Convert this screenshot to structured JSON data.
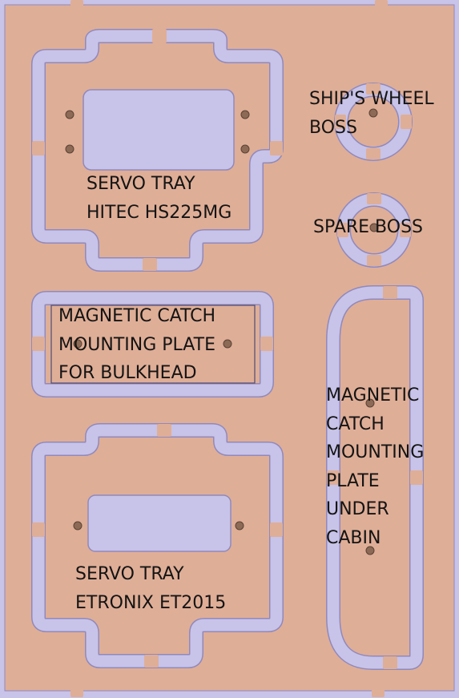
{
  "colors": {
    "sheet": "#dfae97",
    "cutout": "#c8c3e8",
    "cut_edge": "#8f89bd",
    "hole": "#8c6a55",
    "text": "#141414"
  },
  "parts": {
    "servo_tray_1": {
      "line1": "SERVO TRAY",
      "line2": "HITEC HS225MG"
    },
    "ships_wheel_boss": {
      "line1": "SHIP'S WHEEL",
      "line2": "BOSS"
    },
    "spare_boss": {
      "line1": "SPARE BOSS"
    },
    "catch_plate_bulkhead": {
      "line1": "MAGNETIC CATCH",
      "line2": "MOUNTING PLATE",
      "line3": "FOR BULKHEAD"
    },
    "catch_plate_cabin": {
      "line1": "MAGNETIC",
      "line2": "CATCH",
      "line3": "MOUNTING",
      "line4": "PLATE",
      "line5": "UNDER",
      "line6": "CABIN"
    },
    "servo_tray_2": {
      "line1": "SERVO TRAY",
      "line2": "ETRONIX ET2015"
    }
  }
}
